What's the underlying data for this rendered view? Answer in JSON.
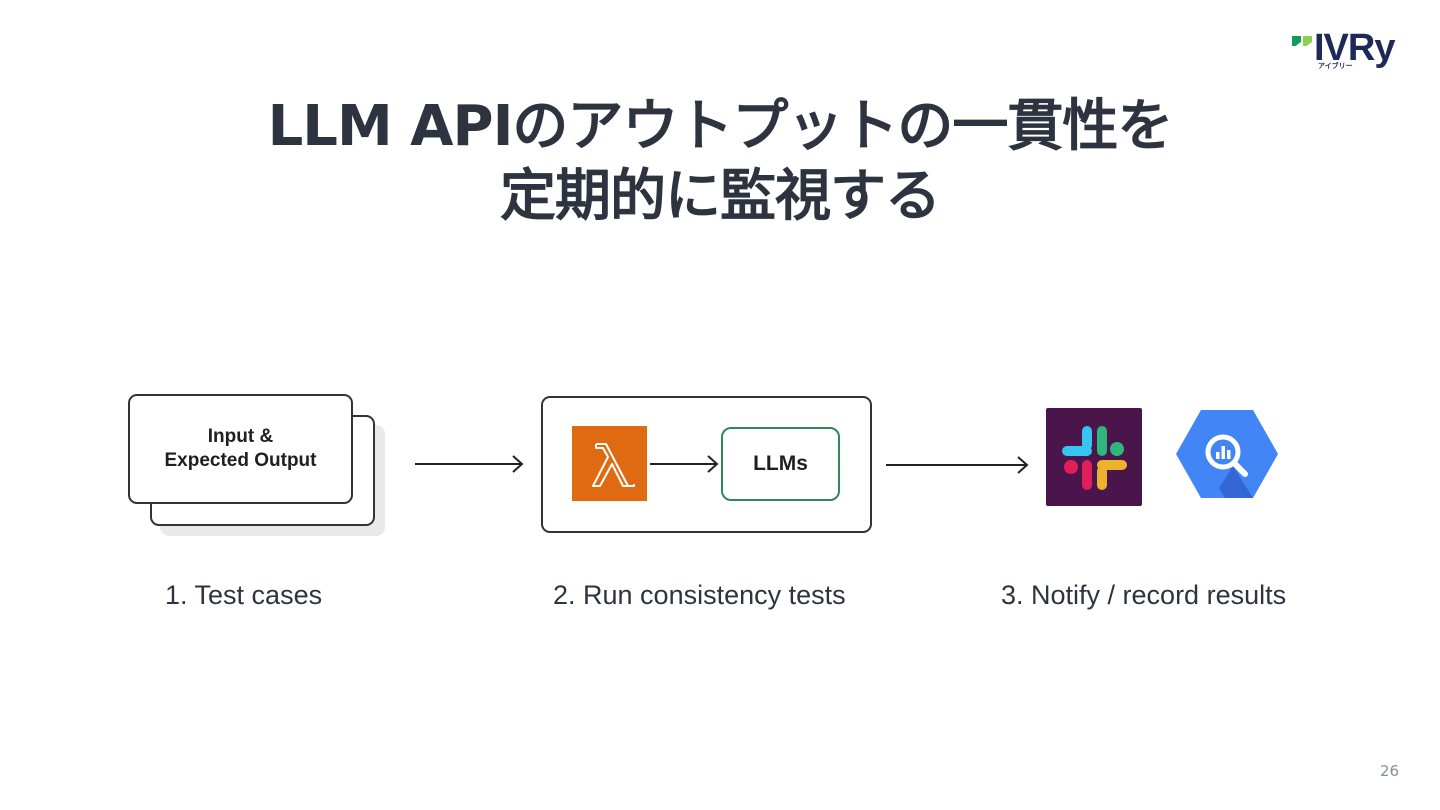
{
  "logo": {
    "wordmark": "IVRy",
    "subtext": "アイブリー"
  },
  "title": {
    "line1": "LLM APIのアウトプットの一貫性を",
    "line2": "定期的に監視する"
  },
  "steps": [
    {
      "card_text": "Input &\nExpected Output",
      "caption": "1. Test cases"
    },
    {
      "box_label": "LLMs",
      "icon": "aws-lambda-icon",
      "caption": "2. Run consistency tests"
    },
    {
      "icons": [
        "slack-icon",
        "bigquery-icon"
      ],
      "caption": "3. Notify / record results"
    }
  ],
  "colors": {
    "text": "#2d3440",
    "lambda": "#e06a12",
    "llm_border": "#2f8a5a",
    "slack_bg": "#4a154b",
    "bigquery": "#4285f4",
    "logo_green": "#0f9d58",
    "logo_lime": "#8fd14f",
    "logo_navy": "#1d2a57"
  },
  "page_number": "26"
}
